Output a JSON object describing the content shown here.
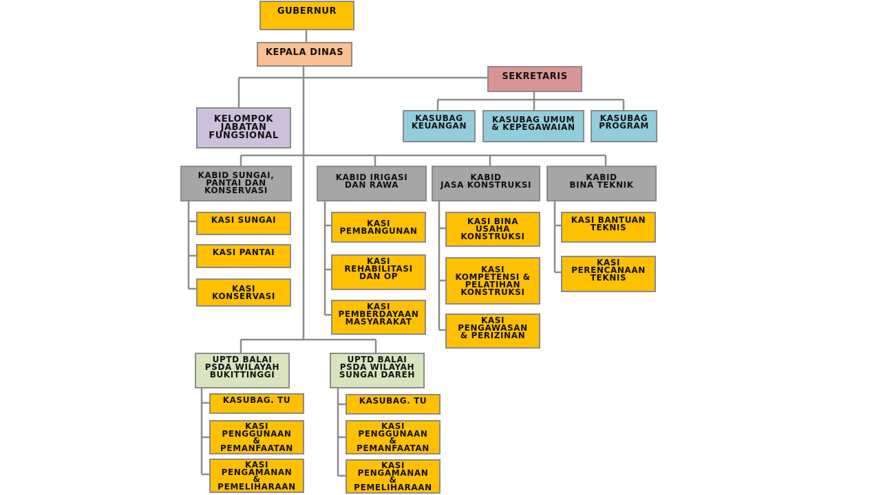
{
  "colors": {
    "gubernur": "#ffc000",
    "kepala": "#fac090",
    "sekretaris": "#d99594",
    "jabfung": "#ccc0da",
    "kasubag": "#92cddc",
    "kabid": "#a6a6a6",
    "kasi": "#ffc000",
    "uptd": "#d7e4bd",
    "line": "#8a8a8a"
  },
  "top": {
    "gubernur": "GUBERNUR",
    "kepala_dinas": "KEPALA DINAS",
    "sekretaris": "SEKRETARIS",
    "jabatan_fungsional": "KELOMPOK\nJABATAN\nFUNGSIONAL"
  },
  "kasubag": {
    "keuangan": "KASUBAG\nKEUANGAN",
    "umum": "KASUBAG UMUM\n& KEPEGAWAIAN",
    "program": "KASUBAG\nPROGRAM"
  },
  "kabid": {
    "sungai": "KABID SUNGAI,\nPANTAI DAN\nKONSERVASI",
    "irigasi": "KABID IRIGASI\nDAN RAWA",
    "jasa": "KABID\nJASA KONSTRUKSI",
    "bina": "KABID\nBINA TEKNIK"
  },
  "kasi_sungai": {
    "sungai": "KASI SUNGAI",
    "pantai": "KASI PANTAI",
    "konservasi": "KASI\nKONSERVASI"
  },
  "kasi_irigasi": {
    "pembangunan": "KASI\nPEMBANGUNAN",
    "rehabilitasi": "KASI\nREHABILITASI\nDAN OP",
    "pemberdayaan": "KASI\nPEMBERDAYAAN\nMASYARAKAT"
  },
  "kasi_jasa": {
    "bina_usaha": "KASI BINA\nUSAHA\nKONSTRUKSI",
    "kompetensi": "KASI\nKOMPETENSI &\nPELATIHAN\nKONSTRUKSI",
    "pengawasan": "KASI\nPENGAWASAN\n& PERIZINAN"
  },
  "kasi_bina": {
    "bantuan": "KASI BANTUAN\nTEKNIS",
    "perencanaan": "KASI\nPERENCANAAN\nTEKNIS"
  },
  "uptd_bukittinggi": {
    "title": "UPTD BALAI\nPSDA WILAYAH\nBUKITTINGGI",
    "kasubag_tu": "KASUBAG. TU",
    "penggunaan": "KASI\nPENGGUNAAN\n&\nPEMANFAATAN",
    "pengamanan": "KASI\nPENGAMANAN\n&\nPEMELIHARAAN"
  },
  "uptd_sungai_dareh": {
    "title": "UPTD BALAI\nPSDA WILAYAH\nSUNGAI DAREH",
    "kasubag_tu": "KASUBAG. TU",
    "penggunaan": "KASI\nPENGGUNAAN\n&\nPEMANFAATAN",
    "pengamanan": "KASI\nPENGAMANAN\n&\nPEMELIHARAAN"
  }
}
